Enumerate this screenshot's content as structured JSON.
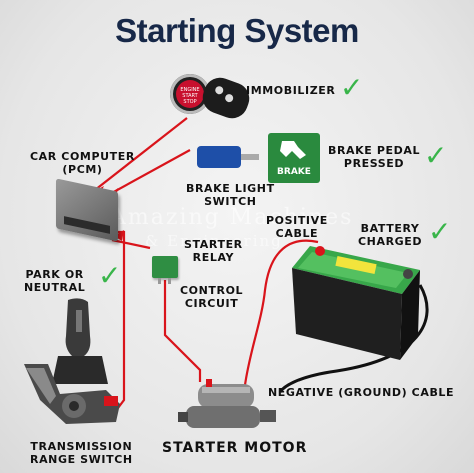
{
  "title": "Starting System",
  "watermark": {
    "line1": "Amazing Machines",
    "line2": "& Engineering"
  },
  "labels": {
    "immobilizer": "IMMOBILIZER",
    "car_computer": [
      "CAR COMPUTER",
      "(PCM)"
    ],
    "brake_pedal": [
      "BRAKE PEDAL",
      "PRESSED"
    ],
    "brake_light_switch": [
      "BRAKE LIGHT",
      "SWITCH"
    ],
    "positive_cable": [
      "POSITIVE",
      "CABLE"
    ],
    "battery": [
      "BATTERY",
      "CHARGED"
    ],
    "starter_relay": [
      "STARTER",
      "RELAY"
    ],
    "park_neutral": [
      "PARK OR",
      "NEUTRAL"
    ],
    "control_circuit": [
      "CONTROL",
      "CIRCUIT"
    ],
    "negative_cable": "NEGATIVE (GROUND) CABLE",
    "transmission": [
      "TRANSMISSION",
      "RANGE SWITCH"
    ],
    "starter_motor": "STARTER MOTOR"
  },
  "component_text": {
    "engine_button": [
      "ENGINE",
      "START",
      "STOP"
    ],
    "brake_badge": "BRAKE"
  },
  "check_mark": "✓",
  "colors": {
    "title": "#172848",
    "check": "#39b54a",
    "red_wire": "#d9141b",
    "black_wire": "#111111",
    "battery_case": "#1f1f1f",
    "battery_top": "#38a74a",
    "switch_blue": "#1e4fa8",
    "brake_badge": "#2a8a3e"
  }
}
